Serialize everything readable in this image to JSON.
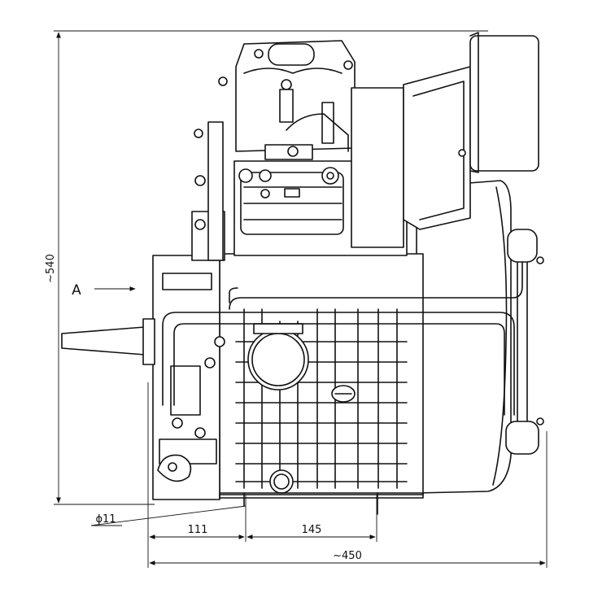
{
  "dimensions": {
    "height": "~540",
    "width_total": "~450",
    "left_offset": "111",
    "mid_span": "145",
    "shaft_dia": "ϕ11"
  },
  "view_label": "A"
}
